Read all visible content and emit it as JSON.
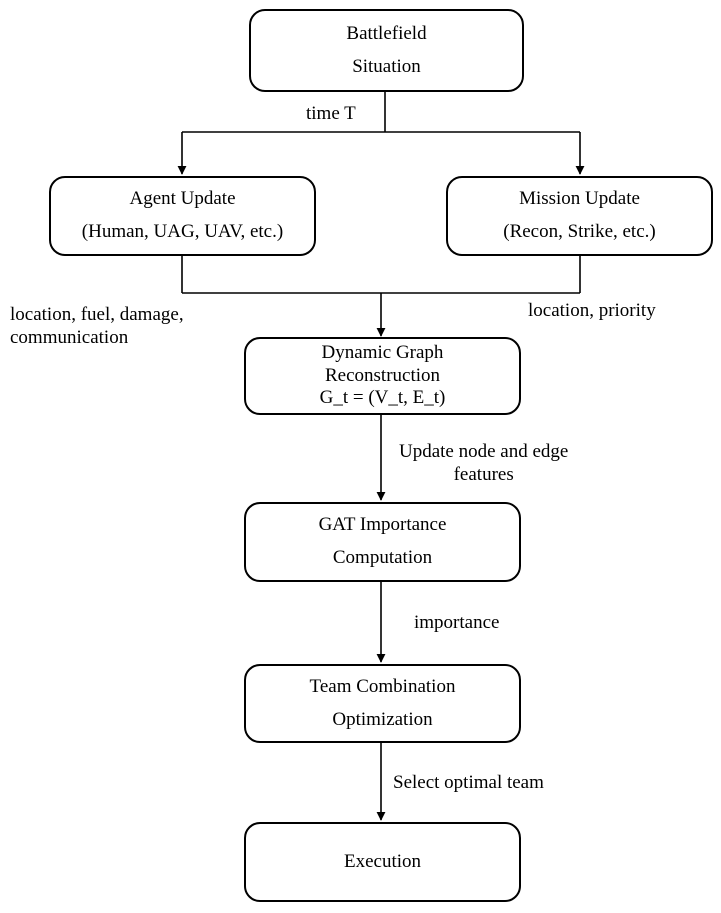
{
  "nodes": {
    "battlefield": {
      "lines": [
        "Battlefield",
        "Situation"
      ]
    },
    "agent_update": {
      "lines": [
        "Agent Update",
        "(Human, UAG, UAV, etc.)"
      ]
    },
    "mission_update": {
      "lines": [
        "Mission Update",
        "(Recon, Strike, etc.)"
      ]
    },
    "dynamic_graph": {
      "lines": [
        "Dynamic Graph",
        "Reconstruction",
        "G_t = (V_t, E_t)"
      ]
    },
    "gat": {
      "lines": [
        "GAT Importance",
        "Computation"
      ]
    },
    "team_combination": {
      "lines": [
        "Team Combination",
        "Optimization"
      ]
    },
    "execution": {
      "lines": [
        "Execution"
      ]
    }
  },
  "edge_labels": {
    "time": [
      "time T"
    ],
    "agent_attrs": [
      "location, fuel, damage,",
      "communication"
    ],
    "mission_attrs": [
      "location, priority"
    ],
    "update_features": [
      "Update node and edge",
      "features"
    ],
    "importance": [
      "importance"
    ],
    "select_team": [
      "Select optimal team"
    ]
  }
}
